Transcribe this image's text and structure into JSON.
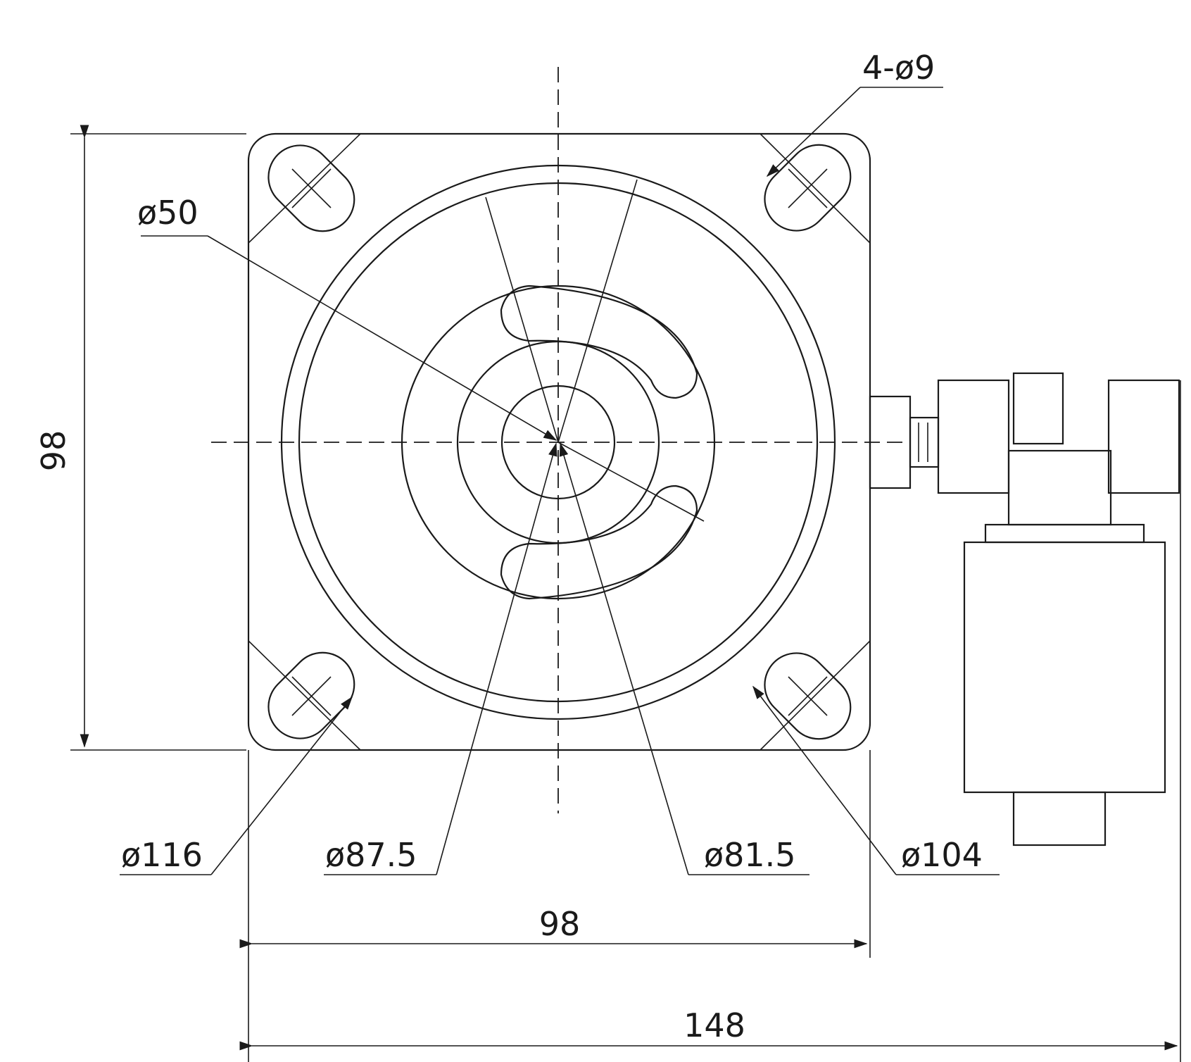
{
  "drawing": {
    "labels": {
      "holes": "4-ø9",
      "d50": "ø50",
      "height": "98",
      "d116": "ø116",
      "d87_5": "ø87.5",
      "d81_5": "ø81.5",
      "d104": "ø104",
      "width": "98",
      "overall_width": "148"
    }
  }
}
